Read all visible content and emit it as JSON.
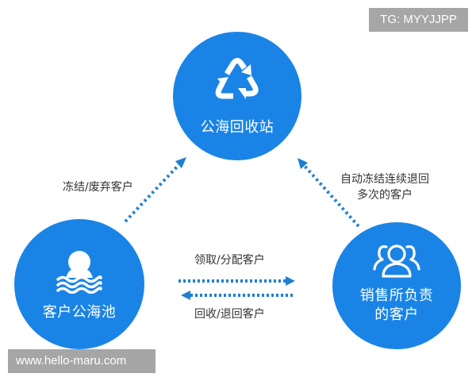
{
  "diagram": {
    "colors": {
      "node_fill": "#1a84e6",
      "node_text": "#ffffff",
      "arrow": "#1f7fd0",
      "edge_label_text": "#333333",
      "watermark_bg": "#a6a6a6"
    },
    "nodes": {
      "top": {
        "label": "公海回收站",
        "icon": "recycle-icon"
      },
      "left": {
        "label": "客户公海池",
        "icon": "person-in-water-icon"
      },
      "right": {
        "label_line1": "销售所负责",
        "label_line2": "的客户",
        "icon": "user-group-icon"
      }
    },
    "edges": {
      "left_to_top": {
        "label": "冻结/废弃客户"
      },
      "right_to_top": {
        "label_line1": "自动冻结连续退回",
        "label_line2": "多次的客户"
      },
      "left_to_right": {
        "label": "领取/分配客户"
      },
      "right_to_left": {
        "label": "回收/退回客户"
      }
    }
  },
  "watermarks": {
    "top_right": "TG: MYYJJPP",
    "bottom_left": "www.hello-maru.com"
  }
}
